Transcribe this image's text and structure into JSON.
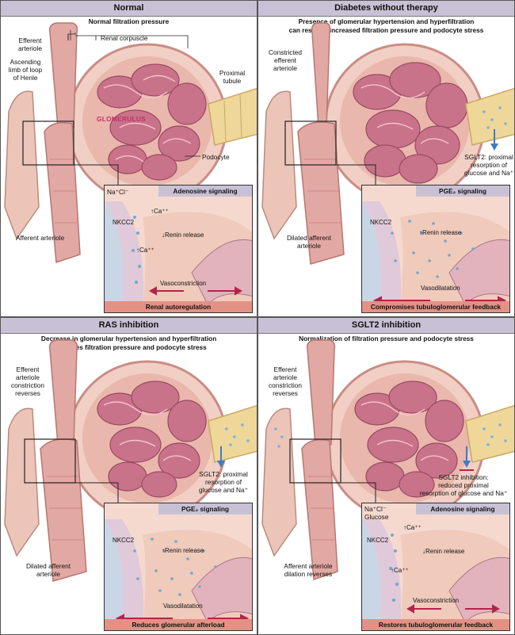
{
  "panels": [
    {
      "title": "Normal",
      "subtitle": "Normal filtration pressure",
      "labels": {
        "efferent": "Efferent\narteriole",
        "ascending": "Ascending\nlimb of loop\nof Henle",
        "corpuscle": "Renal corpuscle",
        "proximal": "Proximal\ntubule",
        "glomerulus": "GLOMERULUS",
        "podocyte": "Podocyte",
        "afferent": "Afferent arteriole",
        "ions": "Na⁺Cl⁻"
      },
      "inset": {
        "header": "Adenosine signaling",
        "footer": "Renal autoregulation",
        "nkcc2": "NKCC2",
        "renin": "↓Renin release",
        "ca1": "↑Ca⁺⁺",
        "ca2": "↑Ca⁺⁺",
        "vessel": "Vasoconstriction"
      }
    },
    {
      "title": "Diabetes without therapy",
      "subtitle": "Presence of glomerular hypertension and hyperfiltration\ncan result in increased filtration pressure and podocyte stress",
      "labels": {
        "efferent": "Constricted\nefferent\narteriole",
        "sglt2": "SGLT2: proximal\nresorption of\nglucose and Na⁺",
        "afferent": "Dilated afferent\narteriole"
      },
      "inset": {
        "header": "PGE₂ signaling",
        "footer": "Compromises tubuloglomerular feedback",
        "nkcc2": "NKCC2",
        "renin": "↑Renin release",
        "vessel": "Vasodilatation"
      }
    },
    {
      "title": "RAS inhibition",
      "subtitle": "Decrease in glomerular hypertension and hyperfiltration\ndecreases filtration pressure and podocyte stress",
      "labels": {
        "efferent": "Efferent\narteriole\nconstriction\nreverses",
        "sglt2": "SGLT2: proximal\nresorption of\nglucose and Na⁺",
        "afferent": "Dilated afferent\narteriole"
      },
      "inset": {
        "header": "PGE₂ signaling",
        "footer": "Reduces glomerular afterload",
        "nkcc2": "NKCC2",
        "renin": "↑Renin release",
        "vessel": "Vasodilatation"
      }
    },
    {
      "title": "SGLT2 inhibition",
      "subtitle": "Normalization of filtration pressure and podocyte stress",
      "labels": {
        "efferent": "Efferent\narteriole\nconstriction\nreverses",
        "sglt2": "SGLT2 inhibition:\nreduced proximal\nresorption of glucose and Na⁺",
        "afferent": "Afferent arteriole\ndilation reverses",
        "ions": "Na⁺Cl⁻\nGlucose"
      },
      "inset": {
        "header": "Adenosine signaling",
        "footer": "Restores tubuloglomerular feedback",
        "nkcc2": "NKCC2",
        "renin": "↓Renin release",
        "ca1": "↑Ca⁺⁺",
        "ca2": "↑Ca⁺⁺",
        "vessel": "Vasoconstriction"
      }
    }
  ],
  "colors": {
    "header_bg": "#c8c1d6",
    "footer_bg": "#e39185",
    "tissue": "#e7b3a9",
    "glomerulus": "#c9738a",
    "tubule": "#efd79a",
    "inset_bg": "#f5d9cf",
    "arrow_red": "#b3244c",
    "arrow_blue": "#3e7cc4"
  }
}
